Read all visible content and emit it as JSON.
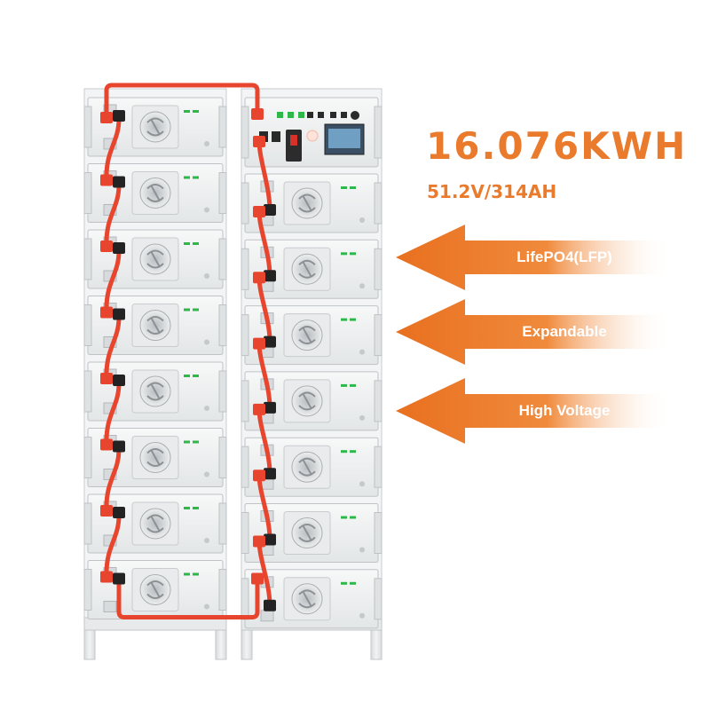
{
  "headline": {
    "capacity": "16.076KWH",
    "rating": "51.2V/314AH"
  },
  "features": [
    {
      "label": "LifePO4(LFP)"
    },
    {
      "label": "Expandable"
    },
    {
      "label": "High Voltage"
    }
  ],
  "product": {
    "stacks": 2,
    "modules_per_stack": 8,
    "icons": [
      "battery-module-icon",
      "fan-grille-icon",
      "power-cable-icon",
      "lcd-display-icon",
      "breaker-switch-icon"
    ]
  },
  "colors": {
    "accent": "#ea7a2c",
    "cable": "#e8452f",
    "cabinet": "#eef0f1",
    "led": "#2fb84a"
  }
}
